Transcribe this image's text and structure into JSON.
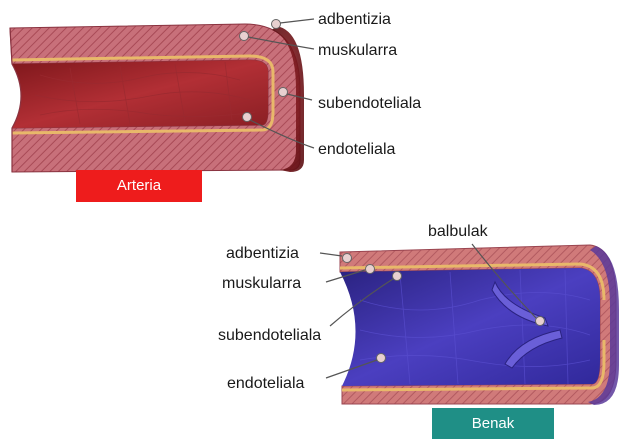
{
  "artery": {
    "labels": {
      "adventitia": "adbentizia",
      "muscular": "muskularra",
      "subendothelial": "subendoteliala",
      "endothelial": "endoteliala"
    },
    "caption": "Arteria",
    "colors": {
      "caption_bg": "#ee1c1c",
      "wall": "#b5505a",
      "lumen": "#8e1c1f",
      "subendothelial_band": "#e8b86a"
    }
  },
  "vein": {
    "labels": {
      "adventitia": "adbentizia",
      "muscular": "muskularra",
      "subendothelial": "subendoteliala",
      "endothelial": "endoteliala",
      "valves": "balbulak"
    },
    "caption": "Benak",
    "colors": {
      "caption_bg": "#1f8f86",
      "wall": "#c86a6a",
      "lumen": "#3b2fa0",
      "subendothelial_band": "#e8b86a"
    }
  }
}
